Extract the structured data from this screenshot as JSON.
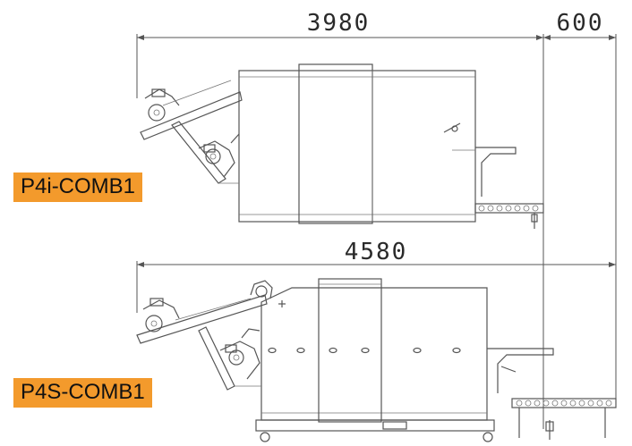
{
  "dimensions": {
    "top_width": "3980",
    "extension": "600",
    "bottom_width": "4580"
  },
  "labels": {
    "top_model": "P4i-COMB1",
    "bottom_model": "P4S-COMB1"
  },
  "colors": {
    "label_background": "#f39a2c",
    "line": "#555555"
  }
}
